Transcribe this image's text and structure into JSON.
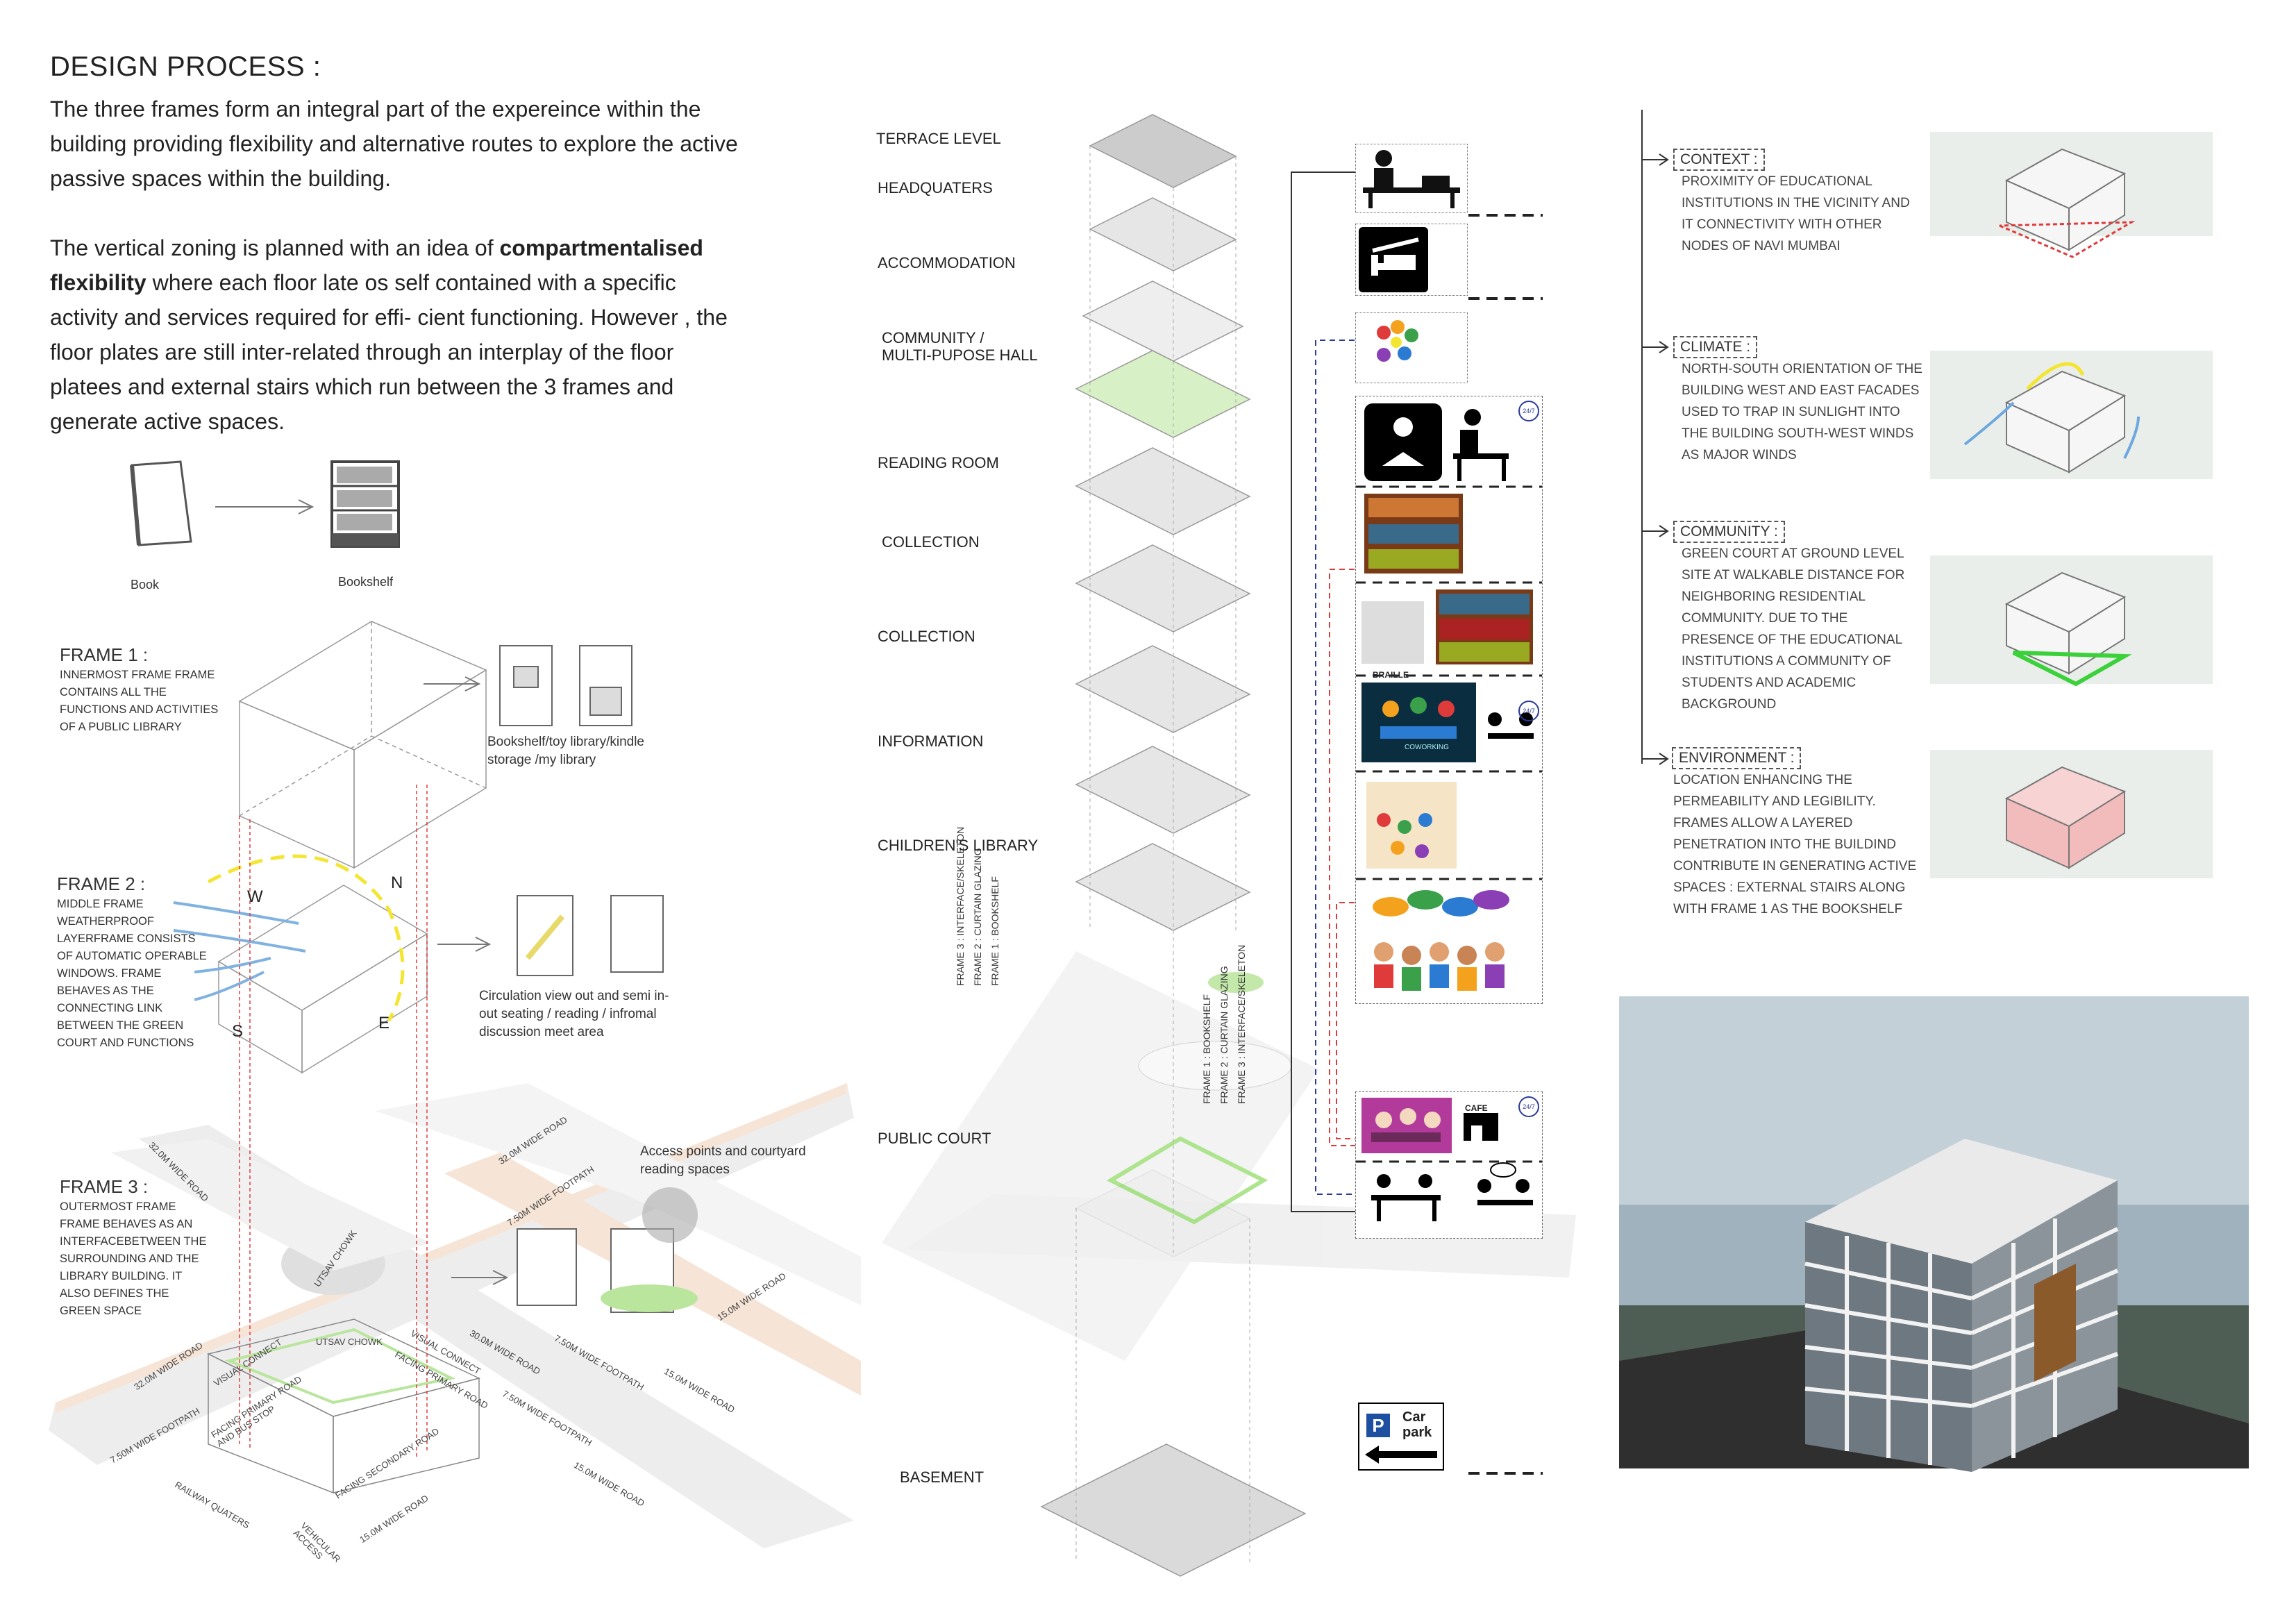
{
  "header": {
    "title": "DESIGN PROCESS :",
    "para1": "The three frames form an integral part of the expereince within the building providing flexibility and alternative routes to explore the active passive spaces within the building.",
    "para2_pre": "The vertical zoning is planned with an idea of ",
    "para2_bold": "compartmentalised flexibility",
    "para2_post": " where each floor late os self contained with a specific activity and services required for effi- cient functioning. However , the floor plates are still inter-related through an interplay of the floor platees and external stairs which run between the 3 frames and generate active spaces."
  },
  "concept": {
    "book_label": "Book",
    "bookshelf_label": "Bookshelf"
  },
  "frames": [
    {
      "heading": "FRAME 1 :",
      "text": "INNERMOST FRAME FRAME CONTAINS ALL THE FUNCTIONS AND ACTIVITIES OF A PUBLIC LIBRARY",
      "note": "Bookshelf/toy library/kindle storage /my library"
    },
    {
      "heading": "FRAME 2 :",
      "text": "MIDDLE FRAME WEATHERPROOF LAYERFRAME CONSISTS OF AUTOMATIC OPERABLE WINDOWS. FRAME BEHAVES AS THE CONNECTING LINK BETWEEN THE GREEN COURT AND FUNCTIONS",
      "note": "Circulation view out and semi in-out seating / reading / infromal discussion meet area"
    },
    {
      "heading": "FRAME 3 :",
      "text": "OUTERMOST FRAME FRAME BEHAVES AS AN INTERFACEBETWEEN THE SURROUNDING AND THE LIBRARY BUILDING. IT ALSO DEFINES THE GREEN SPACE",
      "note": "Access points and courtyard reading spaces"
    }
  ],
  "compass": {
    "w": "W",
    "n": "N",
    "s": "S",
    "e": "E"
  },
  "roads": {
    "r1": "32.0M WIDE ROAD",
    "r2": "7.50M WIDE FOOTPATH",
    "r3": "UTSAV CHOWK",
    "r4": "15.0M WIDE ROAD",
    "r5": "32.0M WIDE ROAD",
    "r6": "VISUAL CONNECT",
    "r7": "UTSAV CHOWK",
    "r8": "VISUAL CONNECT",
    "r9": "FACING PRIMARY ROAD AND BUS STOP",
    "r10": "FACING PRIMARY ROAD",
    "r11": "30.0M WIDE ROAD",
    "r12": "7.50M WIDE FOOTPATH",
    "r13": "15.0M WIDE ROAD",
    "r14": "7.50M WIDE FOOTPATH",
    "r15": "7.50M WIDE FOOTPATH",
    "r16": "FACING SECONDARY ROAD",
    "r17": "RAILWAY QUATERS",
    "r18": "15.0M WIDE ROAD",
    "r19": "VEHICULAR ACCESS",
    "r20": "15.0M WIDE ROAD"
  },
  "levels": [
    "TERRACE LEVEL",
    "HEADQUATERS",
    "ACCOMMODATION",
    "COMMUNITY /\nMULTI-PUPOSE HALL",
    "READING ROOM",
    "COLLECTION",
    "COLLECTION",
    "INFORMATION",
    "CHILDREN'S LIBRARY",
    "PUBLIC COURT",
    "BASEMENT"
  ],
  "frame_labels": {
    "left": [
      "FRAME 3 : INTERFACE/SKELETON",
      "FRAME 2 : CURTAIN GLAZING",
      "FRAME 1 : BOOKSHELF"
    ],
    "right": [
      "FRAME 1 : BOOKSHELF",
      "FRAME 2 : CURTAIN GLAZING",
      "FRAME 3 : INTERFACE/SKELETON"
    ]
  },
  "icon_labels": {
    "braille": "BRAILLE",
    "coworking": "COWORKING",
    "cafe": "CAFE",
    "car": "Car",
    "park": "park",
    "p": "P",
    "badge": "24/7"
  },
  "parameters": [
    {
      "heading": "CONTEXT :",
      "text": "PROXIMITY OF EDUCATIONAL INSTITUTIONS IN THE VICINITY AND IT CONNECTIVITY WITH OTHER NODES OF NAVI MUMBAI"
    },
    {
      "heading": "CLIMATE :",
      "text": "NORTH-SOUTH ORIENTATION OF THE BUILDING WEST AND EAST FACADES USED TO TRAP IN SUNLIGHT INTO THE BUILDING SOUTH-WEST WINDS AS MAJOR WINDS"
    },
    {
      "heading": "COMMUNITY :",
      "text": "GREEN COURT AT GROUND LEVEL SITE AT WALKABLE DISTANCE FOR NEIGHBORING RESIDENTIAL COMMUNITY. DUE TO THE PRESENCE OF THE EDUCATIONAL INSTITUTIONS A COMMUNITY OF STUDENTS AND ACADEMIC BACKGROUND"
    },
    {
      "heading": "ENVIRONMENT :",
      "text": "LOCATION ENHANCING THE PERMEABILITY AND LEGIBILITY. FRAMES ALLOW A LAYERED PENETRATION INTO THE BUILDIND CONTRIBUTE IN GENERATING ACTIVE SPACES : EXTERNAL STAIRS ALONG WITH FRAME 1 AS THE BOOKSHELF"
    }
  ],
  "colors": {
    "accent_red": "#e03b3b",
    "accent_blue": "#2a3b9a",
    "green": "#9fe07a",
    "arrow_blue": "#7fb2e0",
    "sun_yellow": "#f4e531"
  }
}
